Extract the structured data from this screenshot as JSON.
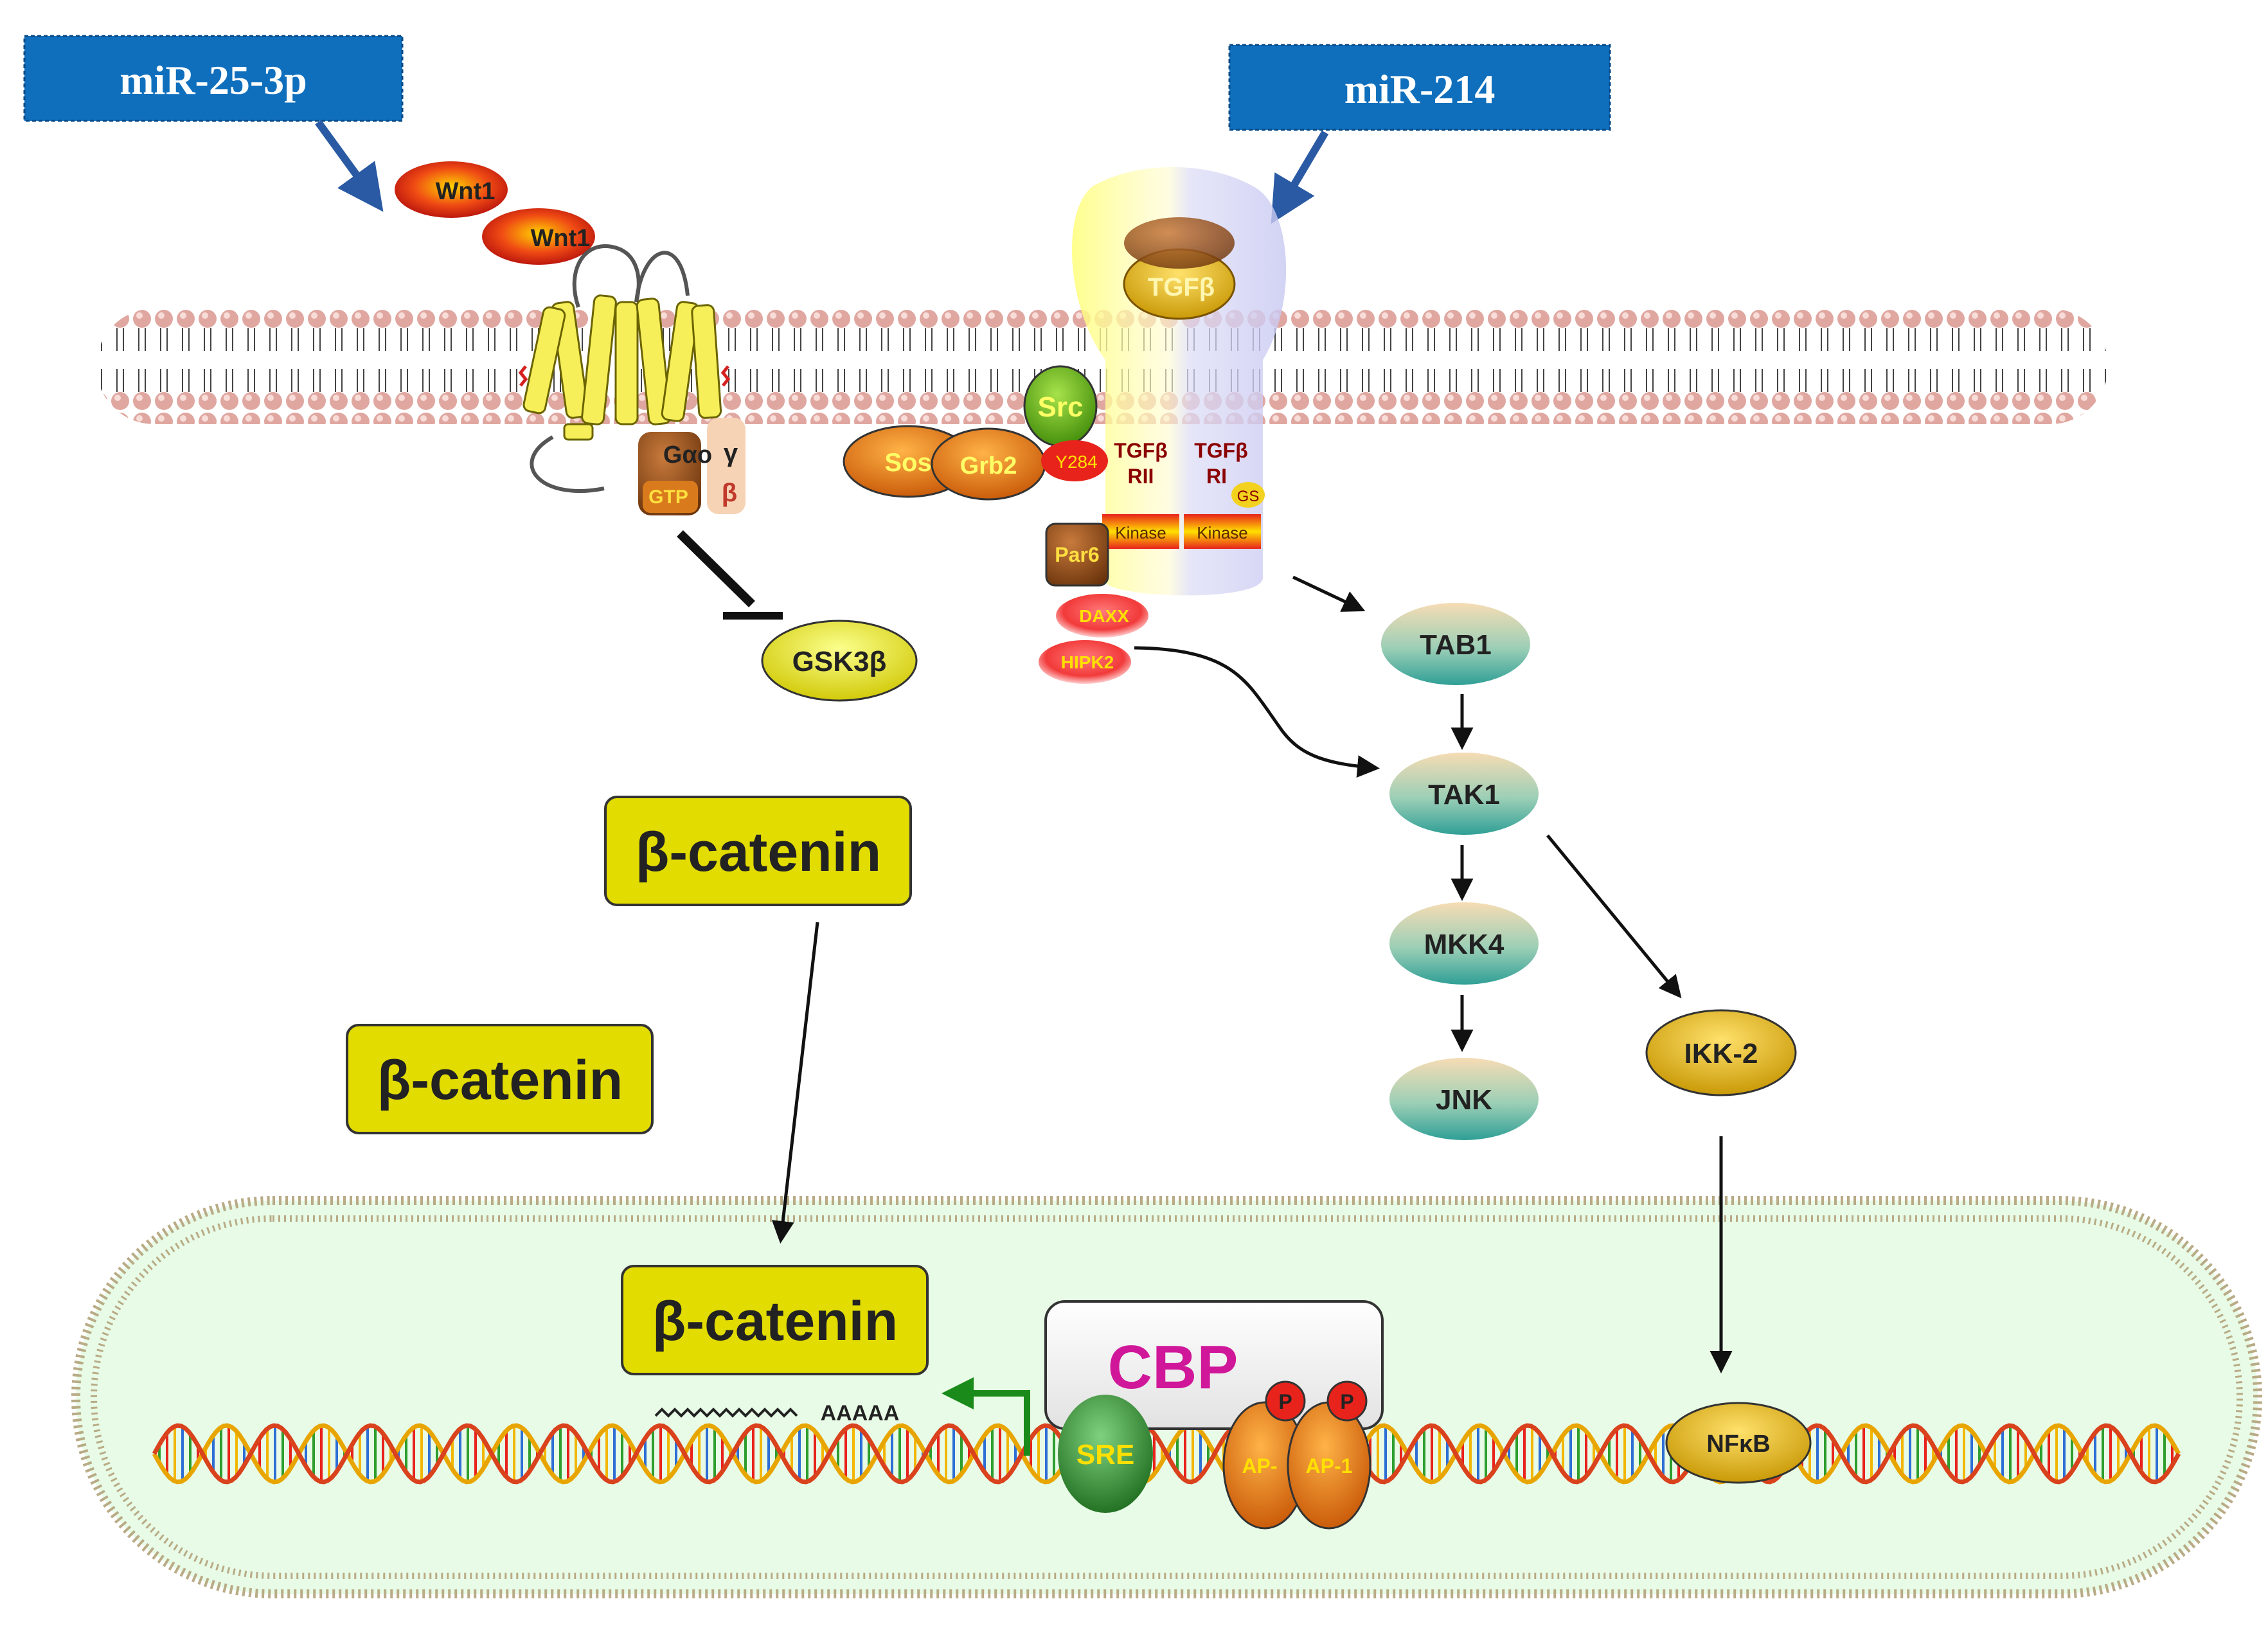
{
  "mirnas": {
    "left": "miR-25-3p",
    "right": "miR-214"
  },
  "ligands": {
    "wnt": "Wnt1",
    "tgfb": "TGFβ"
  },
  "gprotein": {
    "alpha": "Gαo",
    "gamma": "γ",
    "beta": "β",
    "gtp": "GTP"
  },
  "proteins": {
    "gsk3b": "GSK3β",
    "src": "Src",
    "sos": "Sos",
    "grb2": "Grb2",
    "y284": "Y284",
    "tgfbr2": [
      "TGFβ",
      "RII"
    ],
    "tgfbr1": [
      "TGFβ",
      "RI"
    ],
    "gs": "GS",
    "kinase": "Kinase",
    "par6": "Par6",
    "daxx": "DAXX",
    "hipk2": "HIPK2",
    "tab1": "TAB1",
    "tak1": "TAK1",
    "mkk4": "MKK4",
    "jnk": "JNK",
    "ikk2": "IKK-2",
    "nfkb": "NFκB"
  },
  "beta_catenin": "β-catenin",
  "nucleus": {
    "cbp": "CBP",
    "sre": "SRE",
    "ap1_left": "AP-",
    "ap1_right": "AP-1",
    "p": "P",
    "mrna": "AAAAA"
  },
  "colors": {
    "mirna_box": "#0f6fbd",
    "arrow_blue": "#2a5aa3",
    "catenin_fill": "#e2dc00",
    "nucleus_fill": "#e8fbe6",
    "cbp_text": "#d0179a",
    "sre_green": "#2e8f2e",
    "transcript_arrow": "#1a8a1a",
    "teal_node": "#3aa7a0"
  }
}
